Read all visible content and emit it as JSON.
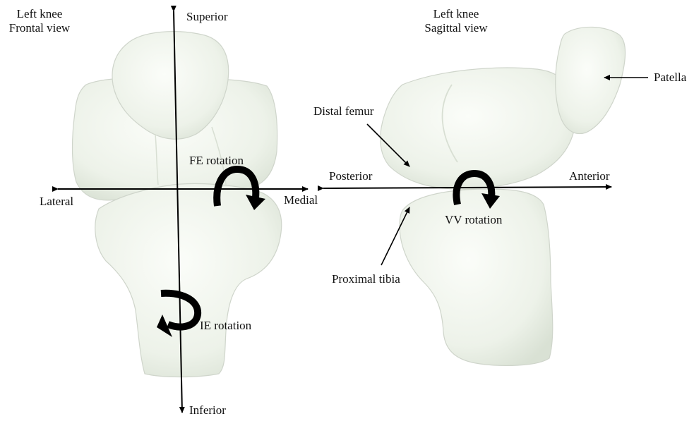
{
  "frontal": {
    "title_line1": "Left knee",
    "title_line2": "Frontal view",
    "superior": "Superior",
    "inferior": "Inferior",
    "lateral": "Lateral",
    "medial": "Medial",
    "fe_rotation": "FE rotation",
    "ie_rotation": "IE rotation"
  },
  "sagittal": {
    "title_line1": "Left knee",
    "title_line2": "Sagittal view",
    "posterior": "Posterior",
    "anterior": "Anterior",
    "patella": "Patella",
    "distal_femur": "Distal femur",
    "proximal_tibia": "Proximal tibia",
    "vv_rotation": "VV rotation"
  },
  "colors": {
    "bone_fill": "#eef3ea",
    "bone_stroke": "#c9cfc6",
    "bone_shade": "#dfe6da",
    "arrow": "#000000"
  }
}
